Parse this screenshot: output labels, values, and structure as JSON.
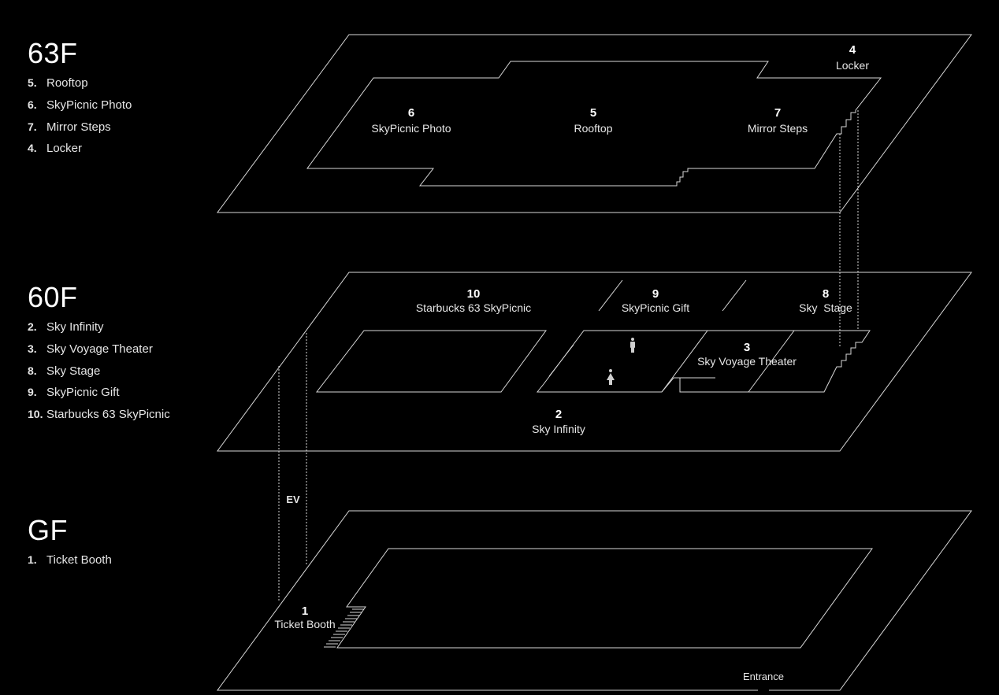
{
  "legend": {
    "f63": {
      "title": "63F",
      "items": [
        {
          "num": "5.",
          "name": "Rooftop"
        },
        {
          "num": "6.",
          "name": "SkyPicnic Photo"
        },
        {
          "num": "7.",
          "name": "Mirror Steps"
        },
        {
          "num": "4.",
          "name": "Locker"
        }
      ]
    },
    "f60": {
      "title": "60F",
      "items": [
        {
          "num": "2.",
          "name": "Sky Infinity"
        },
        {
          "num": "3.",
          "name": "Sky Voyage Theater"
        },
        {
          "num": "8.",
          "name": "Sky Stage"
        },
        {
          "num": "9.",
          "name": "SkyPicnic Gift"
        },
        {
          "num": "10.",
          "name": "Starbucks 63 SkyPicnic"
        }
      ]
    },
    "gf": {
      "title": "GF",
      "items": [
        {
          "num": "1.",
          "name": "Ticket Booth"
        }
      ]
    }
  },
  "map": {
    "f63": {
      "locker": {
        "num": "4",
        "name": "Locker"
      },
      "skypicnic_photo": {
        "num": "6",
        "name": "SkyPicnic Photo"
      },
      "rooftop": {
        "num": "5",
        "name": "Rooftop"
      },
      "mirror_steps": {
        "num": "7",
        "name": "Mirror Steps"
      }
    },
    "f60": {
      "starbucks": {
        "num": "10",
        "name": "Starbucks 63 SkyPicnic"
      },
      "gift": {
        "num": "9",
        "name": "SkyPicnic Gift"
      },
      "stage": {
        "num": "8",
        "name": "Sky  Stage"
      },
      "theater": {
        "num": "3",
        "name": "Sky Voyage Theater"
      },
      "infinity": {
        "num": "2",
        "name": "Sky Infinity"
      }
    },
    "ev_label": "EV",
    "gf": {
      "ticket_booth": {
        "num": "1",
        "name": "Ticket Booth"
      },
      "entrance": "Entrance"
    }
  }
}
